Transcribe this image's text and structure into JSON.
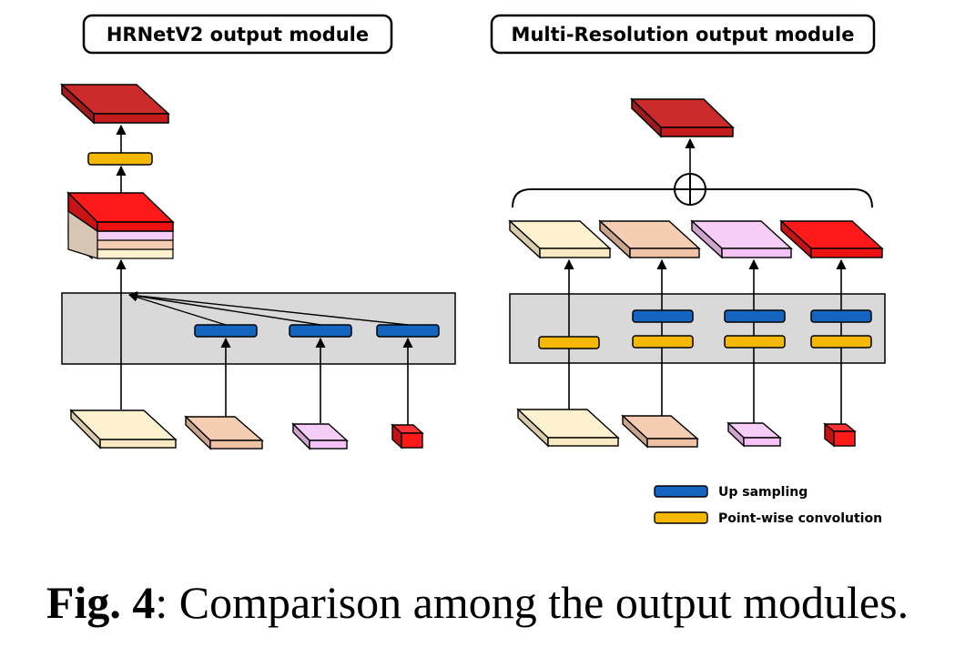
{
  "left_module": {
    "title": "HRNetV2 output module"
  },
  "right_module": {
    "title": "Multi-Resolution output module"
  },
  "legend": {
    "items": [
      {
        "label": "Up sampling",
        "color": "#1565c0"
      },
      {
        "label": "Point-wise convolution",
        "color": "#f5b800"
      }
    ]
  },
  "caption": {
    "label": "Fig. 4",
    "text": ": Comparison among the output modules."
  },
  "colors": {
    "cream": "#fdf1cf",
    "peach": "#f5cdb3",
    "lavender": "#f6cdf6",
    "red": "#ff1a1a",
    "dark_red": "#cc1f1f",
    "gray_box": "#d9d9d9",
    "blue": "#1565c0",
    "yellow": "#f5b800"
  }
}
